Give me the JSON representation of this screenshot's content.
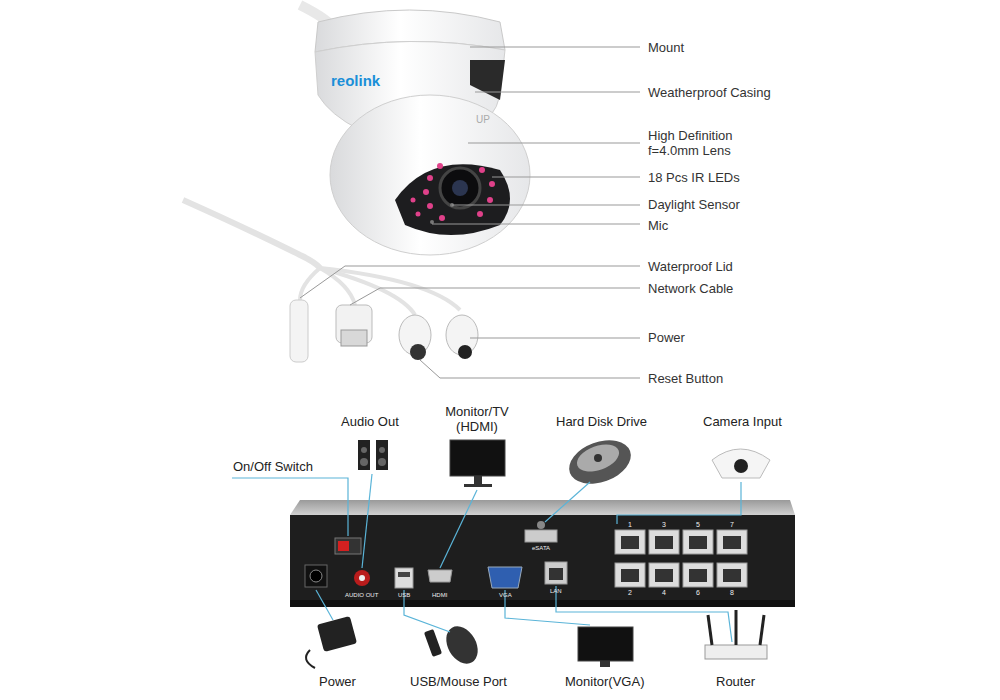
{
  "diagram": {
    "labels": [
      "Mount",
      "Weatherproof Casing",
      "High Definition f=4.0mm Lens",
      "18 Pcs IR LEDs",
      "Daylight Sensor",
      "Mic",
      "Waterproof Lid",
      "Network Cable",
      "Power",
      "Reset Button",
      "Audio Out",
      "Monitor/TV (HDMI)",
      "Hard Disk Drive",
      "Camera Input",
      "On/Off Switch",
      "Power",
      "USB/Mouse Port",
      "Monitor(VGA)",
      "Router",
      "reolink",
      "UP",
      "AUDIO OUT",
      "USB",
      "HDMI",
      "VGA",
      "LAN",
      "eSATA",
      "1",
      "3",
      "5",
      "7",
      "2",
      "4",
      "6",
      "8"
    ]
  }
}
